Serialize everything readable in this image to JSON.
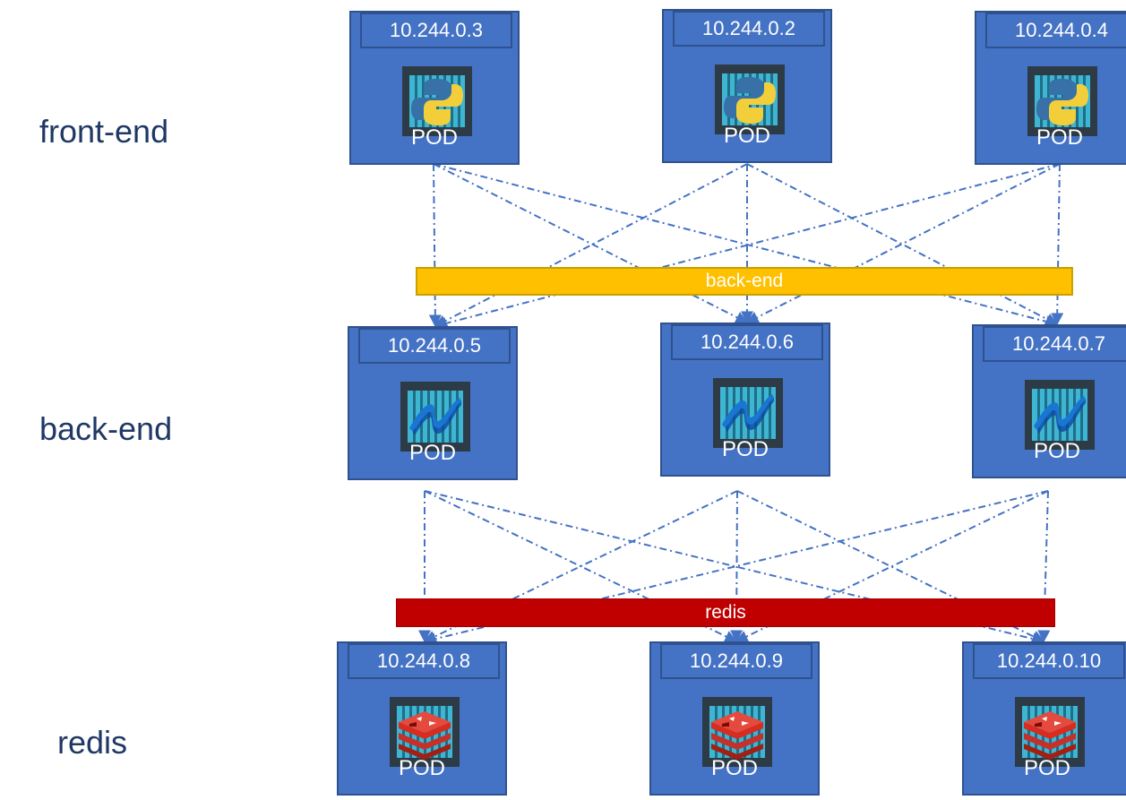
{
  "tiers": [
    {
      "label": "front-end",
      "pods": [
        {
          "ip": "10.244.0.3",
          "label": "POD",
          "icon": "python-container-icon"
        },
        {
          "ip": "10.244.0.2",
          "label": "POD",
          "icon": "python-container-icon"
        },
        {
          "ip": "10.244.0.4",
          "label": "POD",
          "icon": "python-container-icon"
        }
      ]
    },
    {
      "label": "back-end",
      "pods": [
        {
          "ip": "10.244.0.5",
          "label": "POD",
          "icon": "dotnet-container-icon"
        },
        {
          "ip": "10.244.0.6",
          "label": "POD",
          "icon": "dotnet-container-icon"
        },
        {
          "ip": "10.244.0.7",
          "label": "POD",
          "icon": "dotnet-container-icon"
        }
      ]
    },
    {
      "label": "redis",
      "pods": [
        {
          "ip": "10.244.0.8",
          "label": "POD",
          "icon": "redis-container-icon"
        },
        {
          "ip": "10.244.0.9",
          "label": "POD",
          "icon": "redis-container-icon"
        },
        {
          "ip": "10.244.0.10",
          "label": "POD",
          "icon": "redis-container-icon"
        }
      ]
    }
  ],
  "services": [
    {
      "label": "back-end",
      "color": "#FFC000"
    },
    {
      "label": "redis",
      "color": "#C00000"
    }
  ],
  "colors": {
    "pod": "#4472C4",
    "pod_border": "#2F528F",
    "edge": "#4472C4",
    "tier_label": "#1F3864"
  }
}
